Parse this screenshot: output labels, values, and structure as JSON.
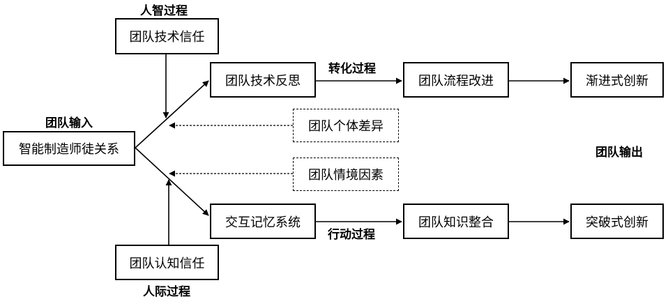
{
  "labels": {
    "human_intelligence_process": "人智过程",
    "transformation_process": "转化过程",
    "team_input": "团队输入",
    "team_output": "团队输出",
    "action_process": "行动过程",
    "interpersonal_process": "人际过程"
  },
  "boxes": {
    "team_technical_trust": "团队技术信任",
    "team_technical_reflection": "团队技术反思",
    "team_process_improvement": "团队流程改进",
    "incremental_innovation": "渐进式创新",
    "team_individual_difference": "团队个体差异",
    "intelligent_mentorship": "智能制造师徒关系",
    "team_situational_factors": "团队情境因素",
    "transactive_memory_system": "交互记忆系统",
    "team_knowledge_integration": "团队知识整合",
    "radical_innovation": "突破式创新",
    "team_cognitive_trust": "团队认知信任"
  }
}
